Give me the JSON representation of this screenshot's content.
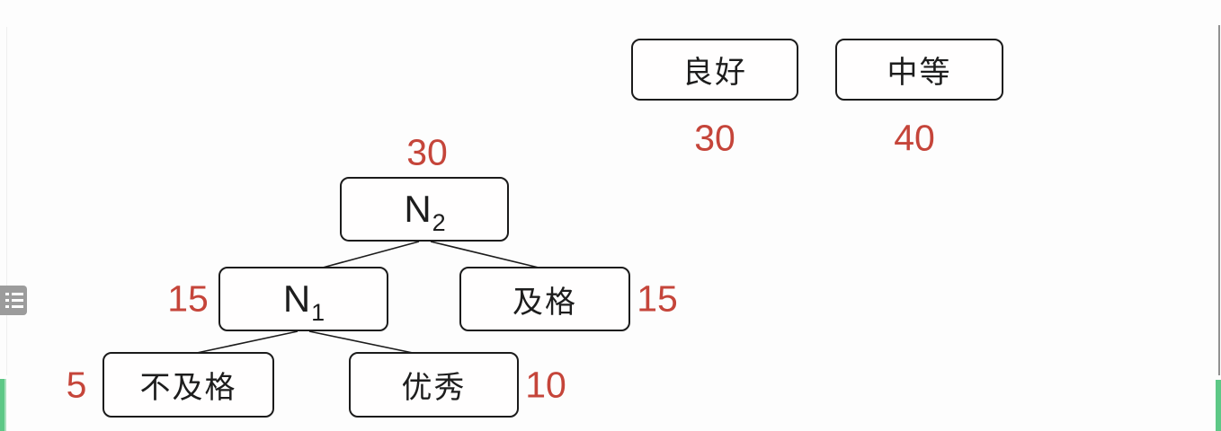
{
  "colors": {
    "weight_red": "#c5453a",
    "box_border": "#1b1b1b",
    "edge_line": "#1c1c1c",
    "green_bar": "#5dc886",
    "sidebar_tab_gray": "#9c9c9c",
    "right_edge_gray": "#919191"
  },
  "pool": {
    "items": [
      {
        "label": "良好",
        "weight": "30"
      },
      {
        "label": "中等",
        "weight": "40"
      }
    ]
  },
  "tree": {
    "nodes": {
      "n2": {
        "base": "N",
        "sub": "2",
        "weight": "30"
      },
      "n1": {
        "base": "N",
        "sub": "1",
        "weight": "15"
      },
      "jige": {
        "label": "及格",
        "weight": "15"
      },
      "bujige": {
        "label": "不及格",
        "weight": "5"
      },
      "youxiu": {
        "label": "优秀",
        "weight": "10"
      }
    },
    "edges": [
      {
        "from": "n2",
        "to": "n1"
      },
      {
        "from": "n2",
        "to": "jige"
      },
      {
        "from": "n1",
        "to": "bujige"
      },
      {
        "from": "n1",
        "to": "youxiu"
      }
    ]
  },
  "icons": {
    "sidebar_toggle": "list-icon"
  }
}
